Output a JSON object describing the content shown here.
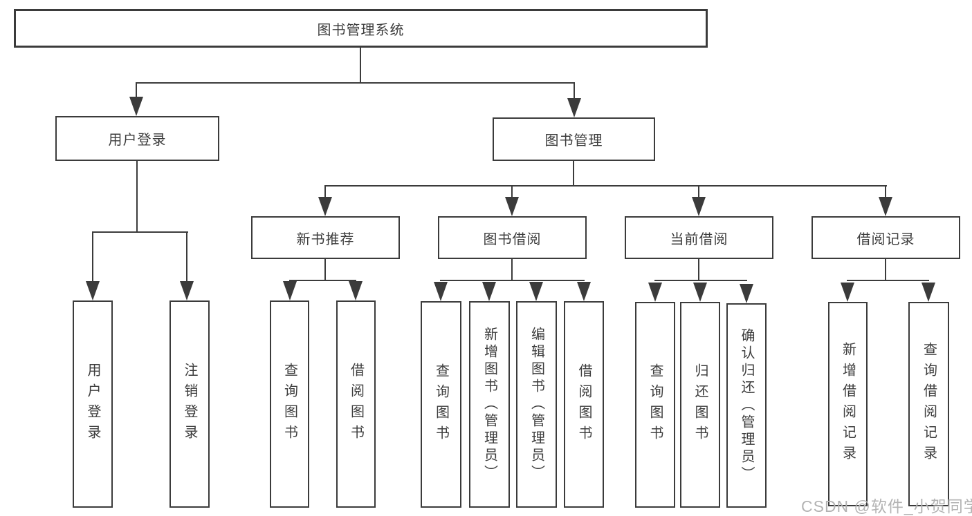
{
  "diagram": {
    "root_label": "图书管理系统",
    "level2": {
      "user_login": "用户登录",
      "book_mgmt": "图书管理"
    },
    "level3": {
      "new_books": "新书推荐",
      "book_borrow": "图书借阅",
      "current_borrow": "当前借阅",
      "borrow_records": "借阅记录"
    },
    "leaves": {
      "user_login": [
        "用户登录",
        "注销登录"
      ],
      "new_books": [
        "查询图书",
        "借阅图书"
      ],
      "book_borrow": [
        "查询图书",
        "新增图书（管理员）",
        "编辑图书（管理员）",
        "借阅图书"
      ],
      "current_borrow": [
        "查询图书",
        "归还图书",
        "确认归还（管理员）"
      ],
      "borrow_records": [
        "新增借阅记录",
        "查询借阅记录"
      ]
    },
    "watermark": "CSDN @软件_小贺同学"
  },
  "colors": {
    "line": "#3b3b3b",
    "text": "#3d3d3d",
    "background": "#ffffff",
    "watermark": "#b3b3b3"
  }
}
